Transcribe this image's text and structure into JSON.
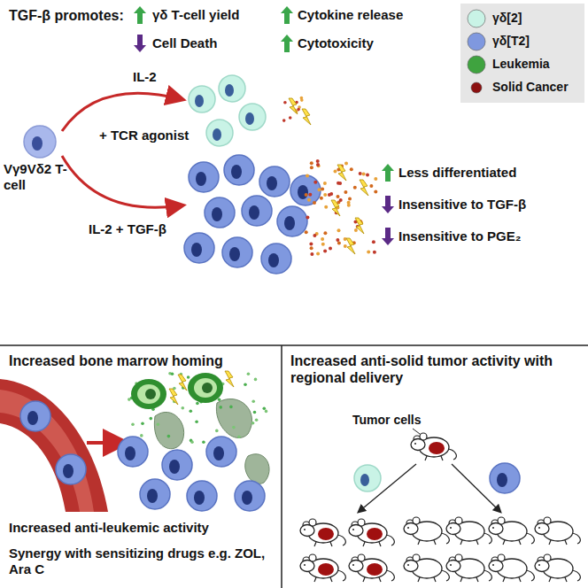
{
  "diagram": {
    "nodes": [
      {
        "text": [
          "TGF-β promotes:"
        ]
      },
      {
        "text": [
          "Increased bone marrow homing",
          "Increased anti-leukemic activity",
          "Synergy with sensitizing drugs e.g. ZOL, Ara C"
        ]
      },
      {
        "text": [
          "Increased anti-solid tumor activity with regional delivery"
        ]
      }
    ],
    "labels": [
      "IL-2",
      "+ TCR agonist",
      "IL-2 + TGF-β",
      "Vγ9Vδ2 T-cell",
      "γδ T-cell yield",
      "Cell Death",
      "Cytokine release",
      "Cytotoxicity",
      "Less differentiated",
      "Insensitive to TGF-β",
      "Insensitive to PGE₂",
      "Tumor cells"
    ],
    "legend": [
      {
        "text": "γδ[2]",
        "color": "#c9f3e6"
      },
      {
        "text": "γδ[T2]",
        "color": "#7f98df"
      },
      {
        "text": "Leukemia",
        "color": "#3fa33f"
      },
      {
        "text": "Solid Cancer",
        "color": "#8b1010"
      }
    ]
  }
}
